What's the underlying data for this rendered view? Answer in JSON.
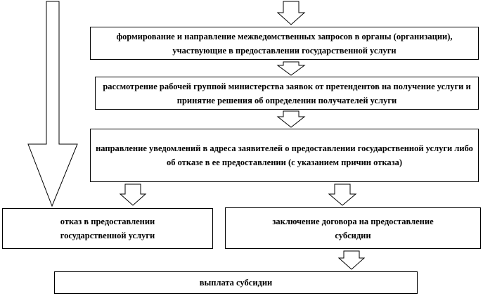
{
  "boxes": {
    "requests": "формирование и направление межведомственных запросов в органы (организации), участвующие в предоставлении государственной услуги",
    "review": "рассмотрение рабочей группой министерства заявок от претендентов на получение услуги и принятие решения об определении получателей услуги",
    "notify": "направление уведомлений в адреса заявителей о предоставлении государственной услуги либо об отказе в ее предоставлении (с указанием причин отказа)",
    "refusal": "отказ в предоставлении государственной услуги",
    "contract": "заключение договора на предоставление субсидии",
    "payment": "выплата субсидии"
  }
}
